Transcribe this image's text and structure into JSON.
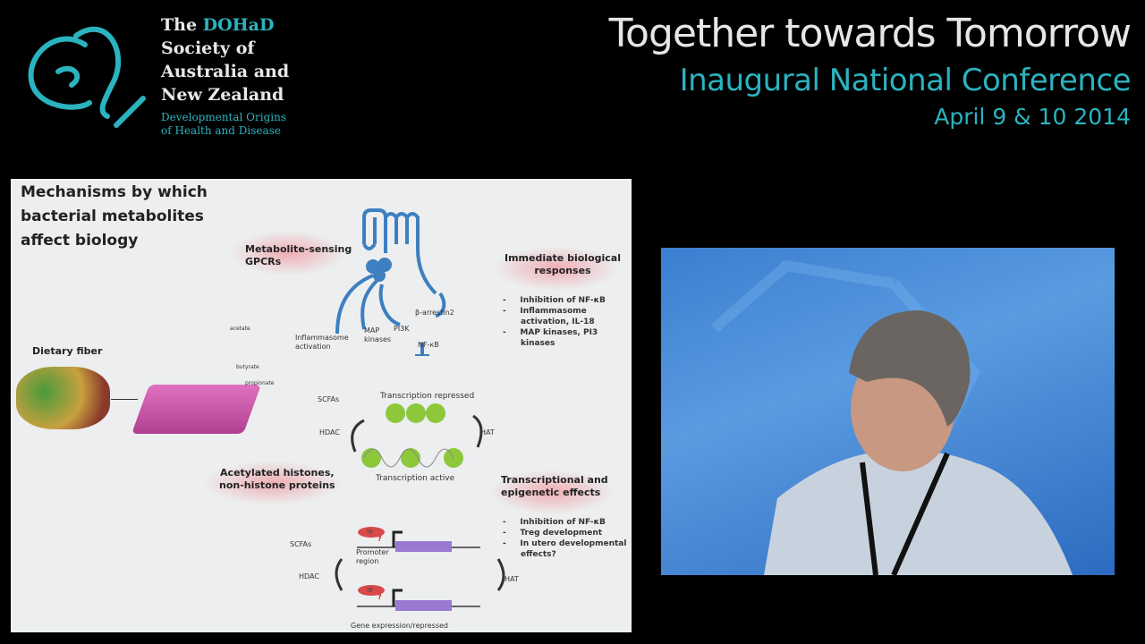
{
  "logo": {
    "line1_prefix": "The ",
    "line1_accent": "DOHaD",
    "line2": "Society of",
    "line3": "Australia and",
    "line4": "New Zealand",
    "sub1": "Developmental Origins",
    "sub2": "of Health and Disease"
  },
  "header": {
    "title": "Together towards Tomorrow",
    "subtitle": "Inaugural National Conference",
    "date": "April 9 & 10 2014"
  },
  "slide": {
    "title": [
      "Mechanisms by which",
      "bacterial metabolites",
      "affect biology"
    ],
    "gpcr_label": [
      "Metabolite-sensing",
      "GPCRs"
    ],
    "dietary_fiber": "Dietary fiber",
    "metabolites": [
      "acetate",
      "butyrate",
      "propionate"
    ],
    "pathways": {
      "inflammasome": [
        "Inflammasome",
        "activation"
      ],
      "map": [
        "MAP",
        "kinases"
      ],
      "pi3k": "PI3K",
      "arrestin": "β-arrestin2",
      "nfkb": "NF-κB"
    },
    "immediate": {
      "title": [
        "Immediate biological",
        "responses"
      ],
      "items": [
        "Inhibition of NF-κB",
        "Inflammasome activation, IL-18",
        "MAP kinases, PI3 kinases"
      ]
    },
    "chromatin": {
      "scfas": "SCFAs",
      "hdac": "HDAC",
      "hat": "HAT",
      "repressed": "Transcription repressed",
      "active": "Transcription active"
    },
    "acetylated": [
      "Acetylated histones,",
      "non-histone proteins"
    ],
    "transcriptional": {
      "title": [
        "Transcriptional and",
        "epigenetic effects"
      ],
      "items": [
        "Inhibition of NF-κB",
        "Treg development",
        "In utero developmental effects?"
      ]
    },
    "gene": {
      "scfas": "SCFAs",
      "hdac": "HDAC",
      "hat": "HAT",
      "tf": "TF",
      "q": "?",
      "promoter": [
        "Promoter",
        "region"
      ],
      "caption": "Gene expression/repressed"
    }
  }
}
